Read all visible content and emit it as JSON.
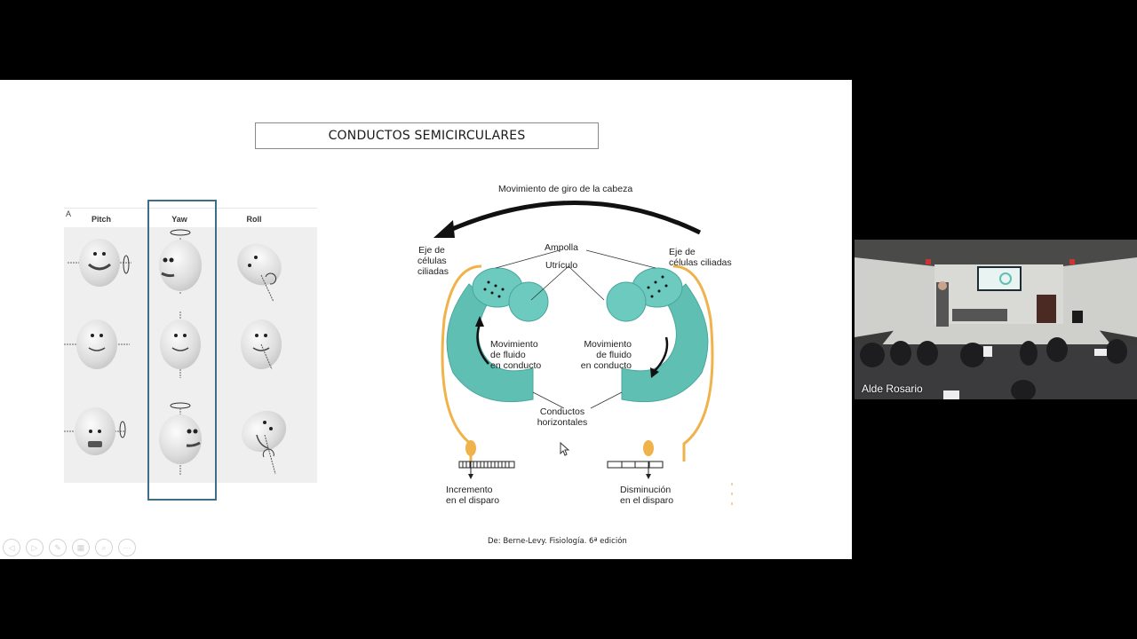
{
  "slide": {
    "title": "CONDUCTOS SEMICIRCULARES",
    "figure_a": {
      "panel_letter": "A",
      "columns": [
        "Pitch",
        "Yaw",
        "Roll"
      ],
      "highlighted_column": "Yaw",
      "highlight_color": "#3f6f86"
    },
    "figure_b": {
      "head_motion_label": "Movimiento de giro de la cabeza",
      "left_hair_cells_label": [
        "Eje de",
        "células",
        "ciliadas"
      ],
      "right_hair_cells_label": [
        "Eje de",
        "células ciliadas"
      ],
      "ampulla_label": "Ampolla",
      "utricle_label": "Utrículo",
      "left_fluid_label": [
        "Movimiento",
        "de fluido",
        "en conducto"
      ],
      "right_fluid_label": [
        "Movimiento",
        "de fluido",
        "en conducto"
      ],
      "canals_label": [
        "Conductos",
        "horizontales"
      ],
      "left_output_label": [
        "Incremento",
        "en el disparo"
      ],
      "right_output_label": [
        "Disminución",
        "en el disparo"
      ],
      "canal_color": "#5fbfb3",
      "nerve_color": "#f0b24a"
    },
    "credit": "De: Berne-Levy. Fisiología. 6ª edición"
  },
  "presentation_toolbar": {
    "buttons": [
      {
        "name": "previous-slide",
        "glyph": "◁"
      },
      {
        "name": "next-slide",
        "glyph": "▷"
      },
      {
        "name": "pen",
        "glyph": "✎"
      },
      {
        "name": "slides-grid",
        "glyph": "▦"
      },
      {
        "name": "zoom",
        "glyph": "⌕"
      },
      {
        "name": "more-options",
        "glyph": "⋯"
      }
    ]
  },
  "participant_video": {
    "name": "Alde Rosario"
  }
}
